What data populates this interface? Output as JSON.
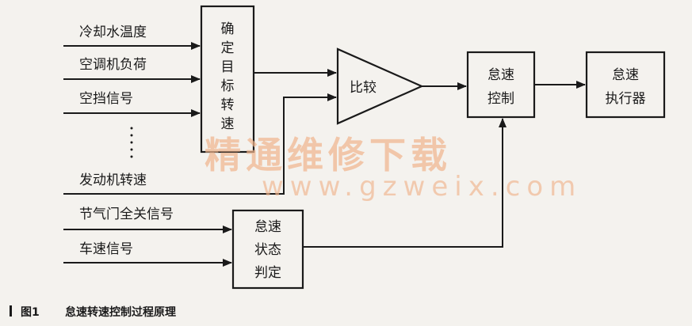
{
  "inputs": {
    "coolant_temp": "冷却水温度",
    "ac_load": "空调机负荷",
    "neutral_signal": "空挡信号",
    "engine_speed": "发动机转速",
    "throttle_closed": "节气门全关信号",
    "vehicle_speed": "车速信号"
  },
  "blocks": {
    "target_speed": [
      "确",
      "定",
      "目",
      "标",
      "转",
      "速"
    ],
    "compare": "比较",
    "idle_control": [
      "怠速",
      "控制"
    ],
    "idle_actuator": [
      "怠速",
      "执行器"
    ],
    "idle_state": [
      "怠速",
      "状态",
      "判定"
    ]
  },
  "watermark": {
    "cn": "精通维修下载",
    "url": "www.gzweix.com"
  },
  "caption": {
    "fig_no": "图1",
    "text": "怠速转速控制过程原理"
  }
}
